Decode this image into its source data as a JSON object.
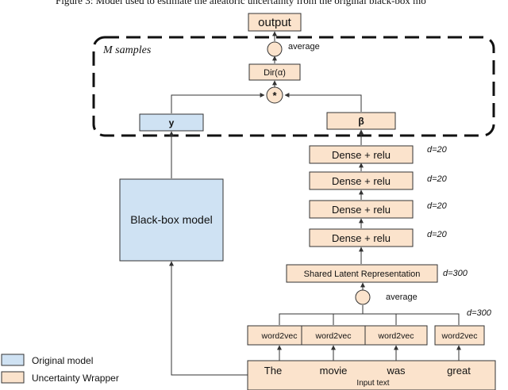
{
  "caption": "Figure 3: Model used to estimate the aleatoric uncertainty from the original black-box mo",
  "nodes": {
    "output": "output",
    "dirichlet": "Dir(α)",
    "average_top": "average",
    "multiply": "*",
    "y": "y",
    "beta": "β",
    "black_box": "Black-box model",
    "dense_1": "Dense + relu",
    "dense_2": "Dense + relu",
    "dense_3": "Dense + relu",
    "dense_4": "Dense + relu",
    "shared_latent": "Shared Latent Representation",
    "average_bottom": "average",
    "w2v_1": "word2vec",
    "w2v_2": "word2vec",
    "w2v_3": "word2vec",
    "w2v_4": "word2vec"
  },
  "samples_label": "M samples",
  "dims": {
    "dense_1": "d=20",
    "dense_2": "d=20",
    "dense_3": "d=20",
    "dense_4": "d=20",
    "shared": "d=300",
    "w2v": "d=300"
  },
  "input": {
    "words": [
      "The",
      "movie",
      "was",
      "great"
    ],
    "label": "Input text"
  },
  "legend": {
    "original": "Original model",
    "wrapper": "Uncertainty Wrapper"
  },
  "colors": {
    "original_model": "#cfe2f3",
    "uncertainty_wrapper": "#fbe3cc"
  }
}
